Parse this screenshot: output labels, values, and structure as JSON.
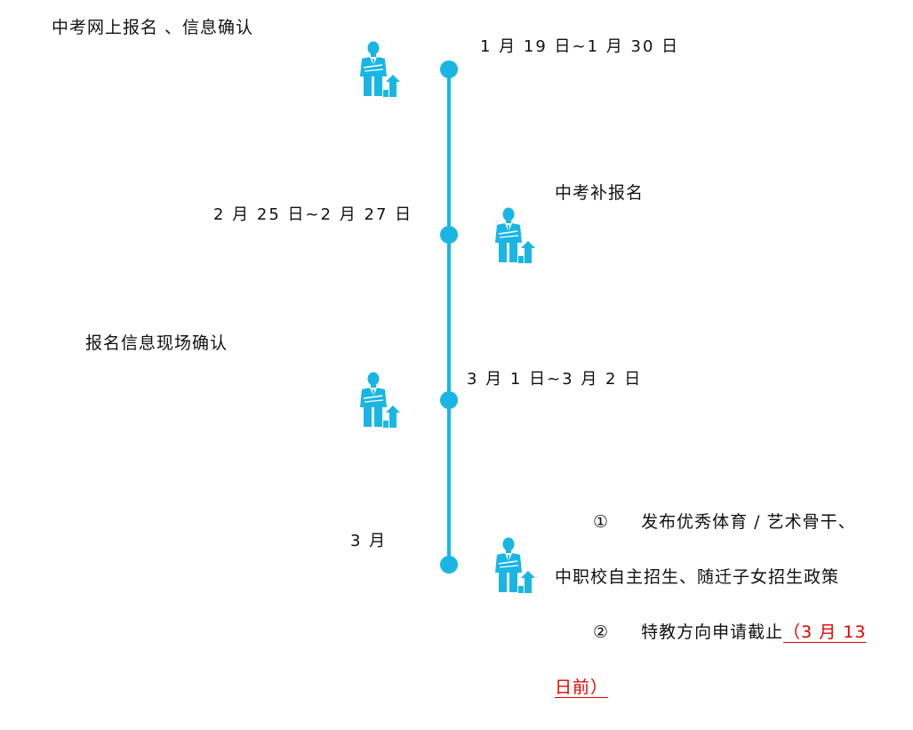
{
  "colors": {
    "accent": "#19b6e4",
    "highlight": "#e00000"
  },
  "icon_name": "businessman-growth-icon",
  "timeline": [
    {
      "event": "中考网上报名 、信息确认",
      "date": "1 月 19 日~1 月 30 日"
    },
    {
      "event": "中考补报名",
      "date": "2 月 25 日~2 月 27 日"
    },
    {
      "event": "报名信息现场确认",
      "date": "3 月 1 日~3 月 2 日"
    },
    {
      "date": "3 月",
      "note1_marker": "①",
      "note1_line1": "发布优秀体育 / 艺术骨干、",
      "note1_line2": "中职校自主招生、随迁子女招生政策",
      "note2_marker": "②",
      "note2_text": "特教方向申请截止",
      "note2_highlight_line1": "（3 月 13",
      "note2_highlight_line2": "日前）"
    }
  ]
}
